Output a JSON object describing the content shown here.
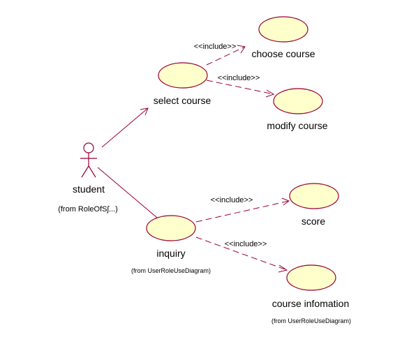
{
  "actor": {
    "name": "student",
    "from": "(from RoleOfSʃ...)"
  },
  "use_cases": {
    "select_course": {
      "label": "select course"
    },
    "choose_course": {
      "label": "choose course"
    },
    "modify_course": {
      "label": "modify course"
    },
    "inquiry": {
      "label": "inquiry",
      "from": "(from UserRoleUseDiagram)"
    },
    "score": {
      "label": "score"
    },
    "course_infomation": {
      "label": "course infomation",
      "from": "(from UserRoleUseDiagram)"
    }
  },
  "stereotypes": {
    "include_1": "<<include>>",
    "include_2": "<<include>>",
    "include_3": "<<include>>",
    "include_4": "<<include>>"
  },
  "colors": {
    "use_case_fill": "#ffffcc",
    "line": "#990033"
  }
}
